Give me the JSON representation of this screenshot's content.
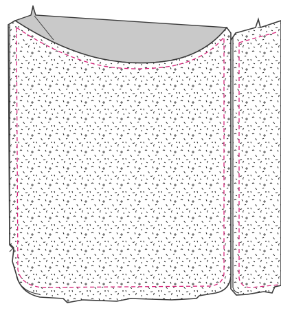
{
  "illustration": {
    "kind": "sewing-pattern-pieces",
    "pieces": [
      "front-pocket-piece",
      "back-pocket-piece"
    ],
    "colors": {
      "fabric_fill": "#ffffff",
      "fabric_print": "#1a1a1a",
      "lining_fill": "#c9c9c9",
      "outline": "#3a3a3a",
      "stitch_line": "#d6247a"
    },
    "stitch_style": "dashed",
    "print_style": "scattered confetti speckle"
  }
}
